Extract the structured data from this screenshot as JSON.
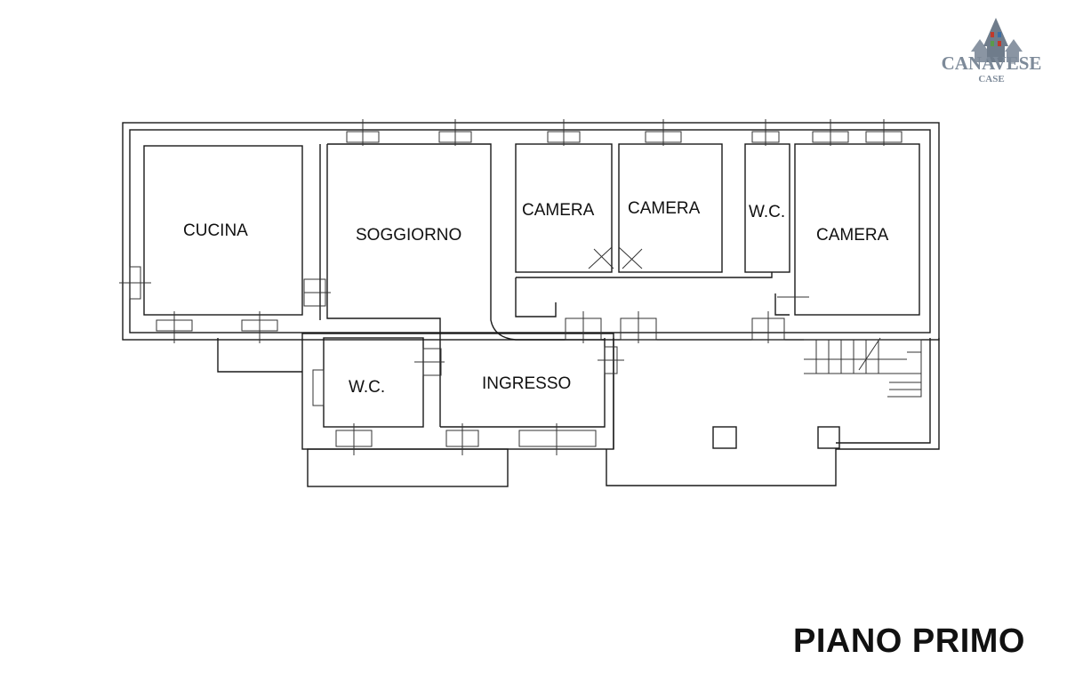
{
  "logo": {
    "name": "CANAVESE",
    "sub": "CASE",
    "colors": {
      "primary": "#7d8a99",
      "accent_red": "#c0392b",
      "accent_blue": "#3a6ea5",
      "accent_green": "#5a9a4a"
    }
  },
  "rooms": {
    "cucina": "CUCINA",
    "soggiorno": "SOGGIORNO",
    "camera_1": "CAMERA",
    "camera_2": "CAMERA",
    "wc_upper": "W.C.",
    "camera_3": "CAMERA",
    "wc_lower": "W.C.",
    "ingresso": "INGRESSO"
  },
  "floor_title": "PIANO PRIMO"
}
